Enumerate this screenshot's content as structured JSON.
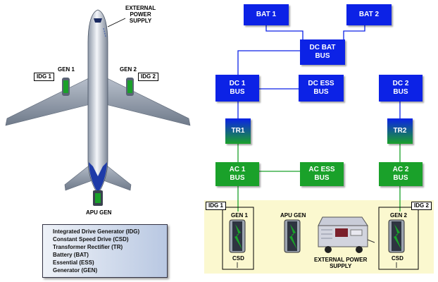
{
  "aircraft": {
    "external_power_label": "EXTERNAL\nPOWER\nSUPPLY",
    "gen1_label": "GEN 1",
    "gen2_label": "GEN 2",
    "idg1_tag": "IDG 1",
    "idg2_tag": "IDG 2",
    "apu_gen_label": "APU GEN"
  },
  "legend": {
    "items": [
      "Integrated Drive Generator (IDG)",
      "Constant Speed Drive (CSD)",
      "Transformer Rectifier (TR)",
      "Battery (BAT)",
      "Essential (ESS)",
      "Generator (GEN)"
    ]
  },
  "diagram": {
    "bat1": "BAT 1",
    "bat2": "BAT 2",
    "dc_bat_bus": "DC BAT\nBUS",
    "dc1_bus": "DC 1\nBUS",
    "dc_ess_bus": "DC ESS\nBUS",
    "dc2_bus": "DC 2\nBUS",
    "tr1": "TR1",
    "tr2": "TR2",
    "ac1_bus": "AC 1\nBUS",
    "ac_ess_bus": "AC ESS\nBUS",
    "ac2_bus": "AC 2\nBUS",
    "colors": {
      "dc": "#0c22e6",
      "ac": "#1aa12a",
      "panel": "#fbf8cf"
    }
  },
  "bottom_panel": {
    "idg1_tag": "IDG 1",
    "idg2_tag": "IDG 2",
    "gen1_label": "GEN 1",
    "gen2_label": "GEN 2",
    "apu_gen_label": "APU GEN",
    "csd1_label": "CSD",
    "csd2_label": "CSD",
    "ext_power_label": "EXTERNAL POWER\nSUPPLY"
  }
}
